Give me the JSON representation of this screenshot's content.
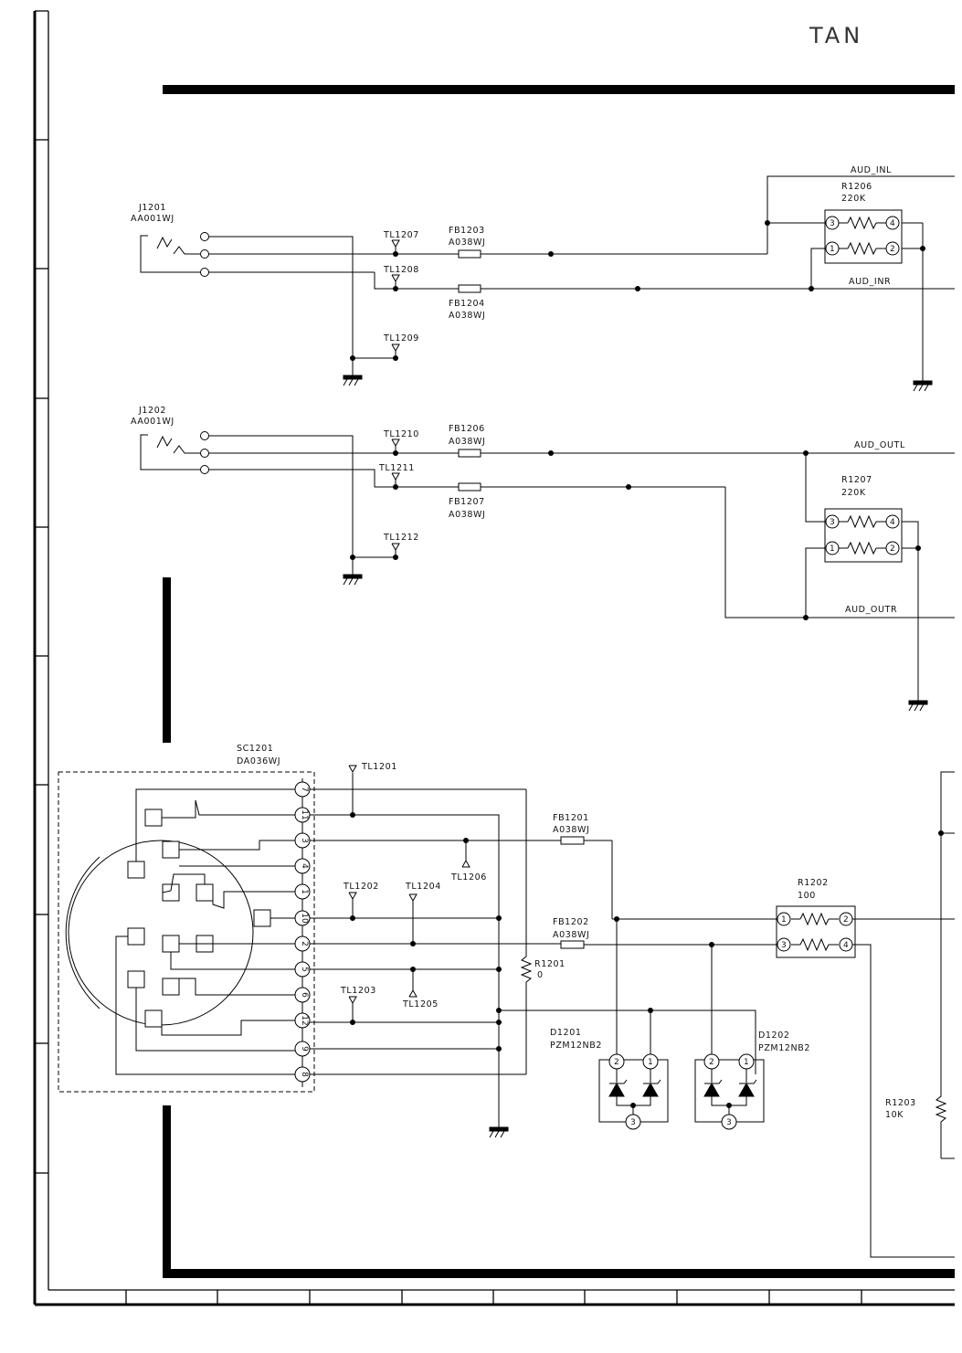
{
  "sheet": {
    "title": "TAN"
  },
  "jacks": {
    "j1201": {
      "ref": "J1201",
      "part": "AA001WJ"
    },
    "j1202": {
      "ref": "J1202",
      "part": "AA001WJ"
    }
  },
  "test_points": {
    "tl1201": "TL1201",
    "tl1202": "TL1202",
    "tl1203": "TL1203",
    "tl1204": "TL1204",
    "tl1205": "TL1205",
    "tl1206": "TL1206",
    "tl1207": "TL1207",
    "tl1208": "TL1208",
    "tl1209": "TL1209",
    "tl1210": "TL1210",
    "tl1211": "TL1211",
    "tl1212": "TL1212"
  },
  "ferrite_beads": {
    "fb1201": {
      "ref": "FB1201",
      "part": "A038WJ"
    },
    "fb1202": {
      "ref": "FB1202",
      "part": "A038WJ"
    },
    "fb1203": {
      "ref": "FB1203",
      "part": "A038WJ"
    },
    "fb1204": {
      "ref": "FB1204",
      "part": "A038WJ"
    },
    "fb1206": {
      "ref": "FB1206",
      "part": "A038WJ"
    },
    "fb1207": {
      "ref": "FB1207",
      "part": "A038WJ"
    }
  },
  "resistors": {
    "r1201": {
      "ref": "R1201",
      "value": "0"
    },
    "r1202": {
      "ref": "R1202",
      "value": "100"
    },
    "r1203": {
      "ref": "R1203",
      "value": "10K"
    },
    "r1206": {
      "ref": "R1206",
      "value": "220K"
    },
    "r1207": {
      "ref": "R1207",
      "value": "220K"
    }
  },
  "diodes": {
    "d1201": {
      "ref": "D1201",
      "part": "PZM12NB2"
    },
    "d1202": {
      "ref": "D1202",
      "part": "PZM12NB2"
    }
  },
  "connector": {
    "ref": "SC1201",
    "part": "DA036WJ",
    "pins": [
      "7",
      "11",
      "3",
      "4",
      "1",
      "10",
      "2",
      "5",
      "6",
      "12",
      "9",
      "8"
    ]
  },
  "nets": {
    "aud_inl": "AUD_INL",
    "aud_inr": "AUD_INR",
    "aud_outl": "AUD_OUTL",
    "aud_outr": "AUD_OUTR"
  },
  "pin_numbers": {
    "p1": "1",
    "p2": "2",
    "p3": "3",
    "p4": "4"
  }
}
